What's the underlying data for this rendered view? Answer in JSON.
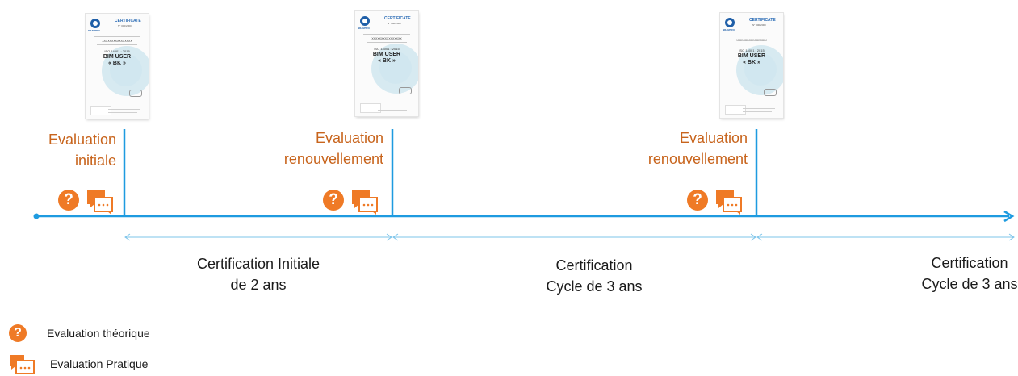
{
  "certificate": {
    "title": "CERTIFICATE",
    "number": "N° 000/2000",
    "logo_text": "BRAVPRO",
    "standard": "ISO 14001 : 2015",
    "product": "BIM USER",
    "code": "« BK »",
    "holder": "XXXXXXXXXXXXXXXX"
  },
  "milestones": [
    {
      "line1": "Evaluation",
      "line2": "initiale"
    },
    {
      "line1": "Evaluation",
      "line2": "renouvellement"
    },
    {
      "line1": "Evaluation",
      "line2": "renouvellement"
    }
  ],
  "periods": [
    {
      "line1": "Certification Initiale",
      "line2": "de 2 ans"
    },
    {
      "line1": "Certification",
      "line2": "Cycle de 3 ans"
    },
    {
      "line1": "Certification",
      "line2": "Cycle de 3 ans"
    }
  ],
  "icons": {
    "question_glyph": "?",
    "theory_icon": "question-circle-icon",
    "practice_icon": "chat-bubbles-icon"
  },
  "legend": {
    "theory": "Evaluation théorique",
    "practice": "Evaluation Pratique"
  },
  "colors": {
    "timeline": "#1e9be0",
    "accent": "#ef7a26",
    "label": "#c8641c"
  }
}
